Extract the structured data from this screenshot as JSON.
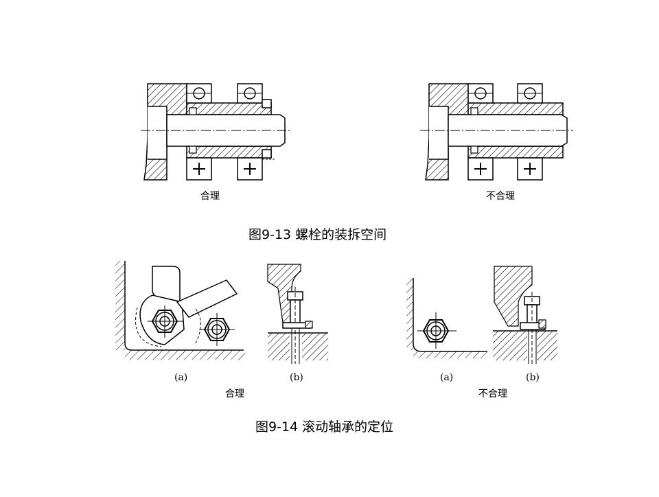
{
  "figure_9_13": {
    "caption": "图9-13  螺栓的装拆空间",
    "left_label": "合理",
    "right_label": "不合理"
  },
  "figure_9_14": {
    "caption": "图9-14  滚动轴承的定位",
    "left_group_label": "合理",
    "right_group_label": "不合理",
    "sub_a": "(a)",
    "sub_b": "(b)"
  }
}
